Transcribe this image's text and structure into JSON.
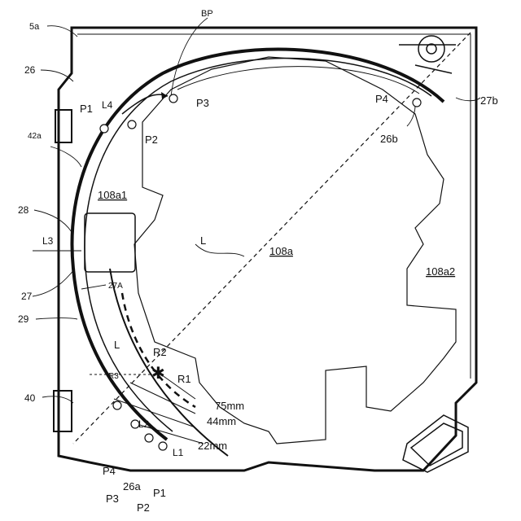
{
  "labels": {
    "5a": "5a",
    "26_top": "26",
    "42a": "42a",
    "28": "28",
    "L3": "L3",
    "27": "27",
    "29": "29",
    "40": "40",
    "BP": "BP",
    "P1_top": "P1",
    "L4": "L4",
    "P2_top": "P2",
    "P3_top": "P3",
    "P4_right": "P4",
    "27b": "27b",
    "26b": "26b",
    "108a1": "108a1",
    "L_mid": "L",
    "108a": "108a",
    "108a2": "108a2",
    "27A": "27A",
    "L_low": "L",
    "R2": "R2",
    "R3": "R3",
    "R1": "R1",
    "75mm": "75mm",
    "44mm": "44mm",
    "L2": "L2",
    "L1": "L1",
    "22mm": "22mm",
    "P4_bottom": "P4",
    "26a": "26a",
    "P3_bottom": "P3",
    "P2_bottom": "P2",
    "P1_bottom": "P1"
  }
}
